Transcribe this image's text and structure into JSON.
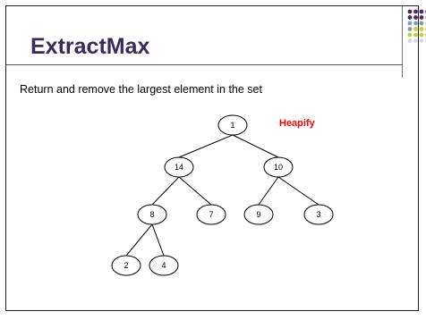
{
  "slide": {
    "title": "ExtractMax",
    "subtitle": "Return and remove the largest element in the set",
    "annotation": "Heapify",
    "annotation_color": "#ff0000",
    "title_color": "#3a2a5e"
  },
  "decoration": {
    "dot_colors": [
      "#4b2873",
      "#7a9fae",
      "#c8cc3a",
      "#d8d8e2"
    ]
  },
  "tree": {
    "nodes": [
      {
        "id": "n1",
        "label": "1"
      },
      {
        "id": "n14",
        "label": "14"
      },
      {
        "id": "n10",
        "label": "10"
      },
      {
        "id": "n8",
        "label": "8"
      },
      {
        "id": "n7",
        "label": "7"
      },
      {
        "id": "n9",
        "label": "9"
      },
      {
        "id": "n3",
        "label": "3"
      },
      {
        "id": "n2",
        "label": "2"
      },
      {
        "id": "n4",
        "label": "4"
      }
    ],
    "edges": [
      [
        "n1",
        "n14"
      ],
      [
        "n1",
        "n10"
      ],
      [
        "n14",
        "n8"
      ],
      [
        "n14",
        "n7"
      ],
      [
        "n10",
        "n9"
      ],
      [
        "n10",
        "n3"
      ],
      [
        "n8",
        "n2"
      ],
      [
        "n8",
        "n4"
      ]
    ]
  }
}
